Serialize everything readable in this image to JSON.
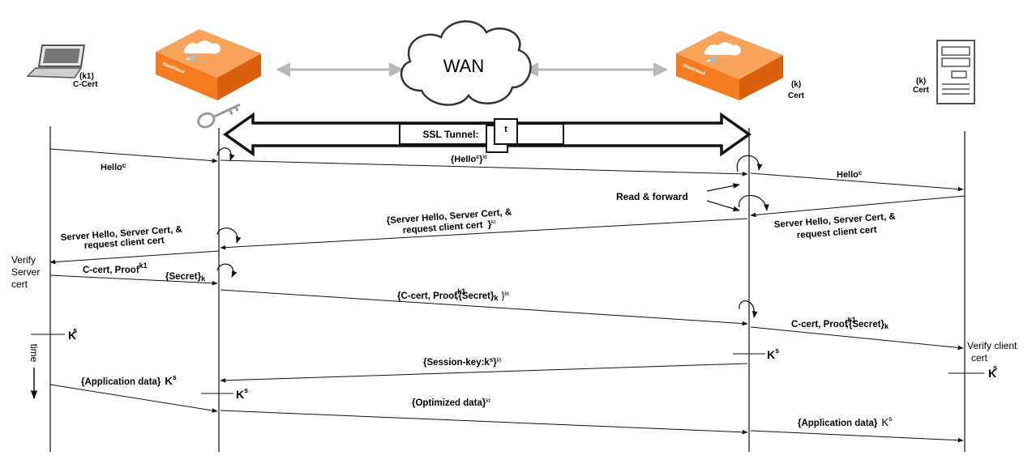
{
  "nodes": {
    "client": {
      "key": "(k1)",
      "cert": "C-Cert"
    },
    "steelhead_left": {
      "brand": "SteelHead"
    },
    "wan": {
      "label": "WAN"
    },
    "steelhead_right": {
      "brand": "SteelHead",
      "key": "(k)",
      "cert": "Cert"
    },
    "server": {
      "key": "(k)",
      "cert": "Cert"
    }
  },
  "tunnel": {
    "label": "SSL Tunnel:",
    "t": "t"
  },
  "notes": {
    "verify_server_1": "Verify",
    "verify_server_2": "Server",
    "verify_server_3": "cert",
    "time": "time",
    "read_forward": "Read & forward",
    "verify_client_1": "Verify  client",
    "verify_client_2": "cert"
  },
  "messages": {
    "m1": {
      "base": "Hello",
      "sup": "c"
    },
    "m2": {
      "open": "{Hello",
      "sup1": "c",
      "close": "}",
      "sup2": "kt"
    },
    "m3": {
      "base": "Hello",
      "sup": "c"
    },
    "m4": {
      "line1": "Server Hello, Server Cert, &",
      "line2": "request client  cert"
    },
    "m5": {
      "line1": "{Server Hello, Server Cert, &",
      "line2": "request client  cert",
      "close": "}",
      "sup": "kt"
    },
    "m6": {
      "line1": "Server Hello, Server Cert, &",
      "line2": "request client  cert"
    },
    "m7": {
      "a": "C-cert,  Proof",
      "sup": "k1",
      "b": "{Secret}",
      "sub": "k"
    },
    "m8": {
      "a": "{C-cert,  Proof",
      "sup": "k1",
      "b": ",{Secret}",
      "sub": "k",
      "close": "}",
      "sup2": "kt"
    },
    "m9": {
      "a": "C-cert,  Proof",
      "sup": "k1",
      "b": ",{Secret}",
      "sub": "k"
    },
    "m10": {
      "a": "{Session-key:k",
      "sup": "s",
      "b": "}",
      "sup2": "kt"
    },
    "m11": {
      "a": "{Application data}",
      "k": "K",
      "sup": "s"
    },
    "m12": {
      "a": "{Optimized data}",
      "sup": "kt"
    },
    "m13": {
      "a": "{Application data}",
      "k": "K",
      "sup": "s"
    }
  },
  "keys": {
    "k_client": {
      "k": "K",
      "sup": "s"
    },
    "k_sh_left": {
      "k": "K",
      "sup": "s"
    },
    "k_sh_right": {
      "k": "K",
      "sup": "s"
    },
    "k_server": {
      "k": "K",
      "sup": "s"
    }
  },
  "colors": {
    "orange": "#f47b20",
    "orange_dark": "#d9600c",
    "grey_arrow": "#b8b8b8"
  }
}
